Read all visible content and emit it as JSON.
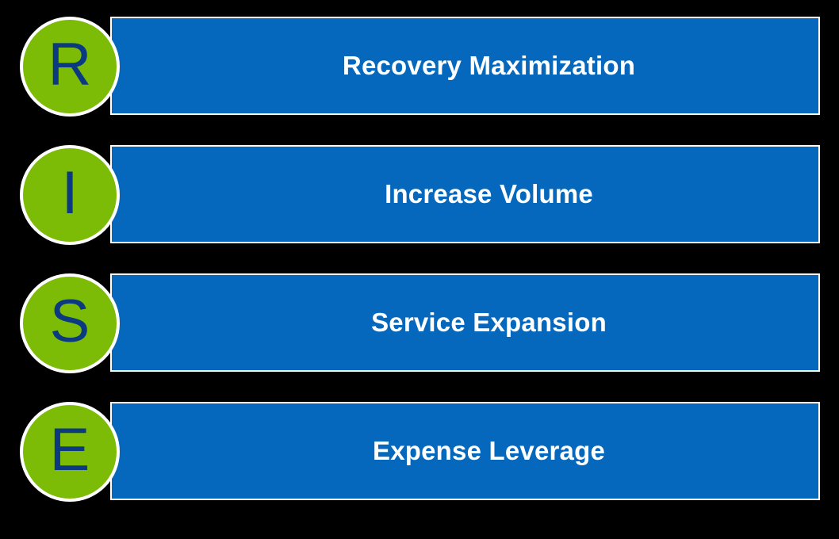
{
  "diagram": {
    "type": "acronym-list",
    "acronym": "RISE",
    "background_color": "#000000",
    "bar_color": "#0568bc",
    "circle_color": "#7cbc06",
    "letter_color": "#0c3a80",
    "label_color": "#ffffff",
    "outline_color": "#ffffff",
    "rows": [
      {
        "letter": "R",
        "label": "Recovery Maximization"
      },
      {
        "letter": "I",
        "label": "Increase Volume"
      },
      {
        "letter": "S",
        "label": "Service Expansion"
      },
      {
        "letter": "E",
        "label": "Expense Leverage"
      }
    ]
  }
}
